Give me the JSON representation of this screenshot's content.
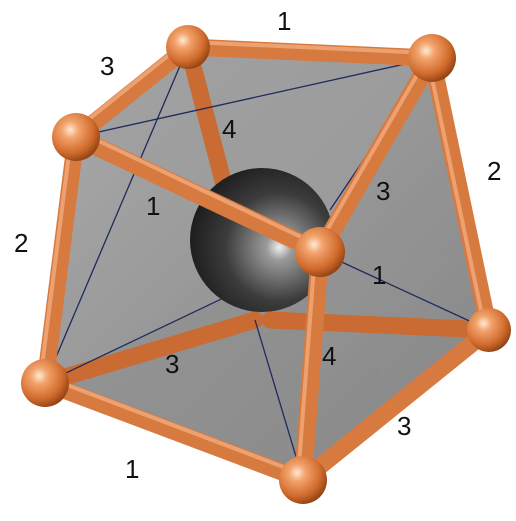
{
  "figure": {
    "colors": {
      "bond": "#d4773e",
      "bond_highlight": "#f0a676",
      "atom": "#e07a3a",
      "center_atom": "#2e2e2e",
      "face": "#8a8a8a",
      "inner_line": "#1f2a5c"
    },
    "edge_labels": [
      {
        "id": "top",
        "text": "1"
      },
      {
        "id": "upper-left",
        "text": "3"
      },
      {
        "id": "left",
        "text": "2"
      },
      {
        "id": "bottom-left",
        "text": "1"
      },
      {
        "id": "bottom-right",
        "text": "3"
      },
      {
        "id": "right",
        "text": "2"
      },
      {
        "id": "inner-upper",
        "text": "4"
      },
      {
        "id": "inner-left",
        "text": "1"
      },
      {
        "id": "inner-right-upper",
        "text": "3"
      },
      {
        "id": "inner-right",
        "text": "1"
      },
      {
        "id": "inner-lower",
        "text": "4"
      },
      {
        "id": "inner-lower-left",
        "text": "3"
      }
    ]
  }
}
